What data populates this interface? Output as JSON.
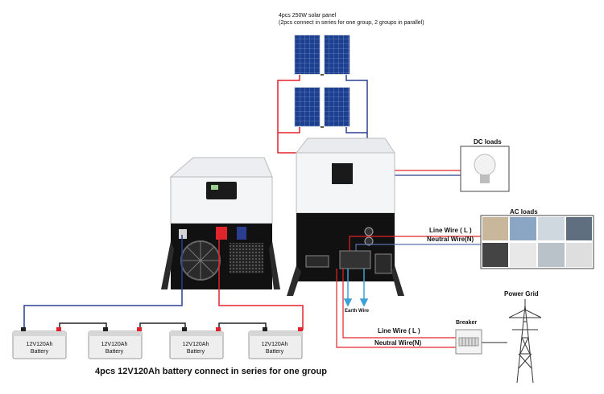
{
  "solar": {
    "title": "4pcs 250W solar panel",
    "subtitle": "(2pcs connect in series for one group, 2 groups in parallel)"
  },
  "loads": {
    "dc": "DC loads",
    "ac": "AC loads"
  },
  "grid": {
    "power_grid": "Power Grid",
    "breaker": "Breaker",
    "earth_wire": "Earth Wire"
  },
  "wires": {
    "line_wire_ac": "Line Wire ( L )",
    "neutral_wire_ac": "Neutral Wire(N)",
    "line_wire_grid": "Line Wire ( L )",
    "neutral_wire_grid": "Neutral Wire(N)"
  },
  "batteries": [
    {
      "capacity": "12V120Ah",
      "label": "Battery"
    },
    {
      "capacity": "12V120Ah",
      "label": "Battery"
    },
    {
      "capacity": "12V120Ah",
      "label": "Battery"
    },
    {
      "capacity": "12V120Ah",
      "label": "Battery"
    }
  ],
  "battery_caption": "4pcs 12V120Ah battery connect in series for one group",
  "colors": {
    "positive": "#e0242b",
    "negative": "#2c3e8f",
    "earth": "#3aa0d8",
    "neutral_wire": "#5a6fb0"
  }
}
